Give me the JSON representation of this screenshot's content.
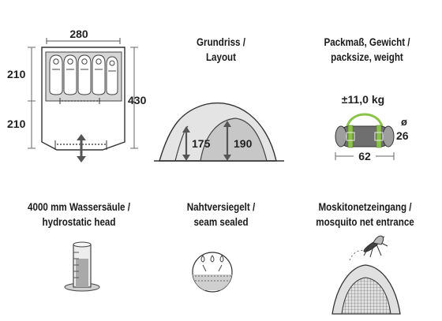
{
  "floorplan": {
    "width_label": "280",
    "depth_inner_label": "210",
    "depth_outer_label": "210",
    "length_label": "430"
  },
  "layout": {
    "title_de": "Grundriss /",
    "title_en": "Layout",
    "height_low_label": "175",
    "height_high_label": "190"
  },
  "packsize": {
    "title_de": "Packmaß, Gewicht /",
    "title_en": "packsize, weight",
    "weight_label": "±11,0 kg",
    "diameter_symbol": "ø",
    "diameter_label": "26",
    "length_label": "62"
  },
  "water_column": {
    "title_de": "4000 mm Wassersäule /",
    "title_en": "hydrostatic head"
  },
  "seams": {
    "title_de": "Nahtversiegelt /",
    "title_en": "seam sealed"
  },
  "mosquito": {
    "title_de": "Moskitonetzeingang /",
    "title_en": "mosquito net entrance"
  },
  "colors": {
    "line": "#3a3a3a",
    "fill_light": "#d9d9d9",
    "fill_mid": "#bdbdbd",
    "accent_green": "#8bc34a",
    "bag_fill": "#6f6f6f"
  }
}
